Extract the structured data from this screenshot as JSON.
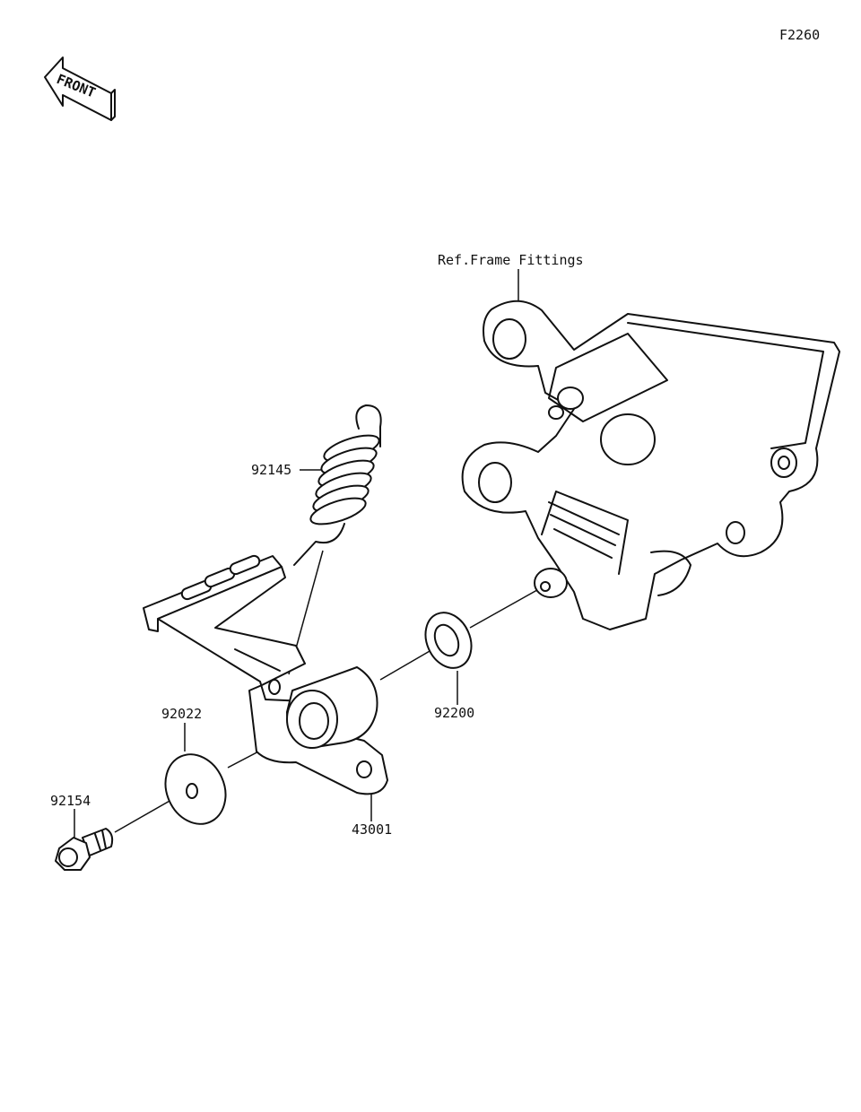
{
  "diagram_code": "F2260",
  "front_badge": "FRONT",
  "ref_label": "Ref.Frame Fittings",
  "parts": {
    "spring": "92145",
    "washer_large": "92022",
    "bolt": "92154",
    "washer_small": "92200",
    "pedal": "43001"
  },
  "colors": {
    "line": "#111111",
    "background": "#ffffff"
  }
}
